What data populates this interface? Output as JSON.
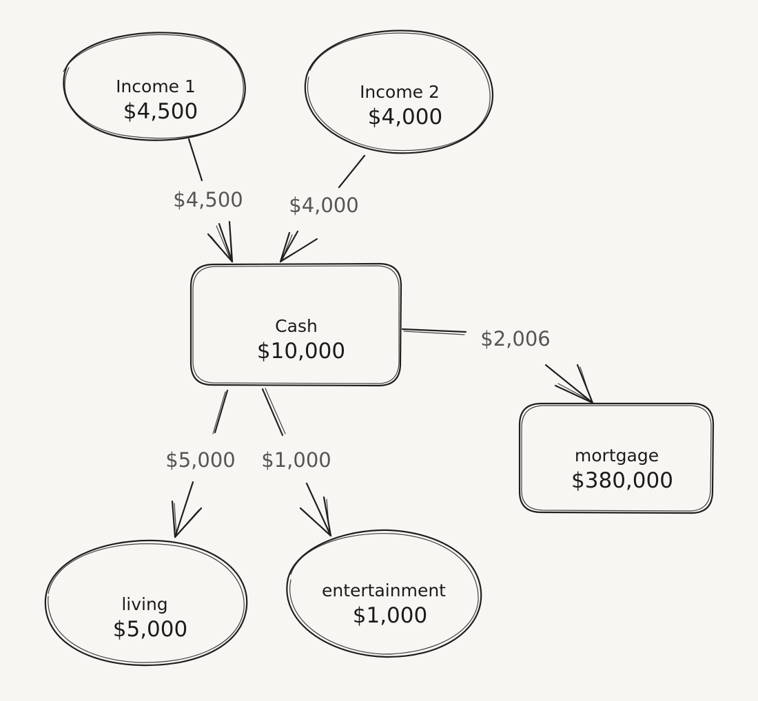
{
  "colors": {
    "background": "#f8f6f3",
    "stroke": "#1e1e1e",
    "node_text": "#1b1b1b",
    "edge_text": "#555555"
  },
  "nodes": {
    "income1": {
      "shape": "ellipse",
      "label": "Income 1",
      "value": "$4,500"
    },
    "income2": {
      "shape": "ellipse",
      "label": "Income 2",
      "value": "$4,000"
    },
    "cash": {
      "shape": "rounded-rect",
      "label": "Cash",
      "value": "$10,000"
    },
    "mortgage": {
      "shape": "rounded-rect",
      "label": "mortgage",
      "value": "$380,000"
    },
    "living": {
      "shape": "ellipse",
      "label": "living",
      "value": "$5,000"
    },
    "entertainment": {
      "shape": "ellipse",
      "label": "entertainment",
      "value": "$1,000"
    }
  },
  "edges": {
    "income1_cash": {
      "from": "Income 1",
      "to": "Cash",
      "label": "$4,500"
    },
    "income2_cash": {
      "from": "Income 2",
      "to": "Cash",
      "label": "$4,000"
    },
    "cash_mortgage": {
      "from": "Cash",
      "to": "mortgage",
      "label": "$2,006"
    },
    "cash_living": {
      "from": "Cash",
      "to": "living",
      "label": "$5,000"
    },
    "cash_entertainment": {
      "from": "Cash",
      "to": "entertainment",
      "label": "$1,000"
    }
  }
}
